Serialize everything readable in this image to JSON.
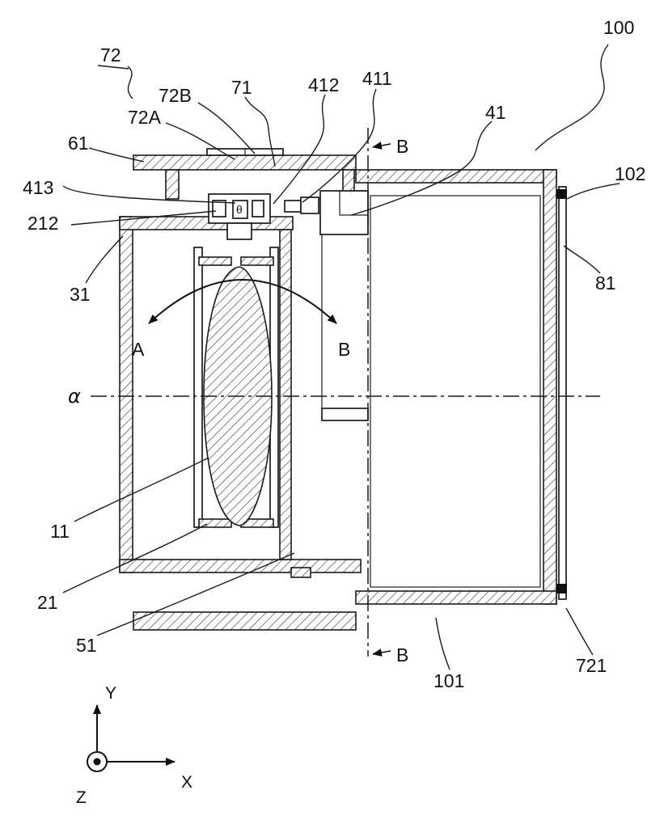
{
  "labels": {
    "n100": "100",
    "n72": "72",
    "n72A": "72A",
    "n72B": "72B",
    "n71": "71",
    "n412": "412",
    "n411": "411",
    "n41": "41",
    "n61": "61",
    "n413": "413",
    "n212": "212",
    "n102": "102",
    "n31": "31",
    "n81": "81",
    "n11": "11",
    "n21": "21",
    "n51": "51",
    "n101": "101",
    "n721": "721"
  },
  "markers": {
    "section_top": "B",
    "section_bottom": "B",
    "rotation_left": "A",
    "rotation_right": "B",
    "optical_axis": "α",
    "angle": "θ"
  },
  "axes": {
    "x": "X",
    "y": "Y",
    "z": "Z"
  },
  "colors": {
    "line": "#1a1a1a",
    "background": "#ffffff"
  }
}
